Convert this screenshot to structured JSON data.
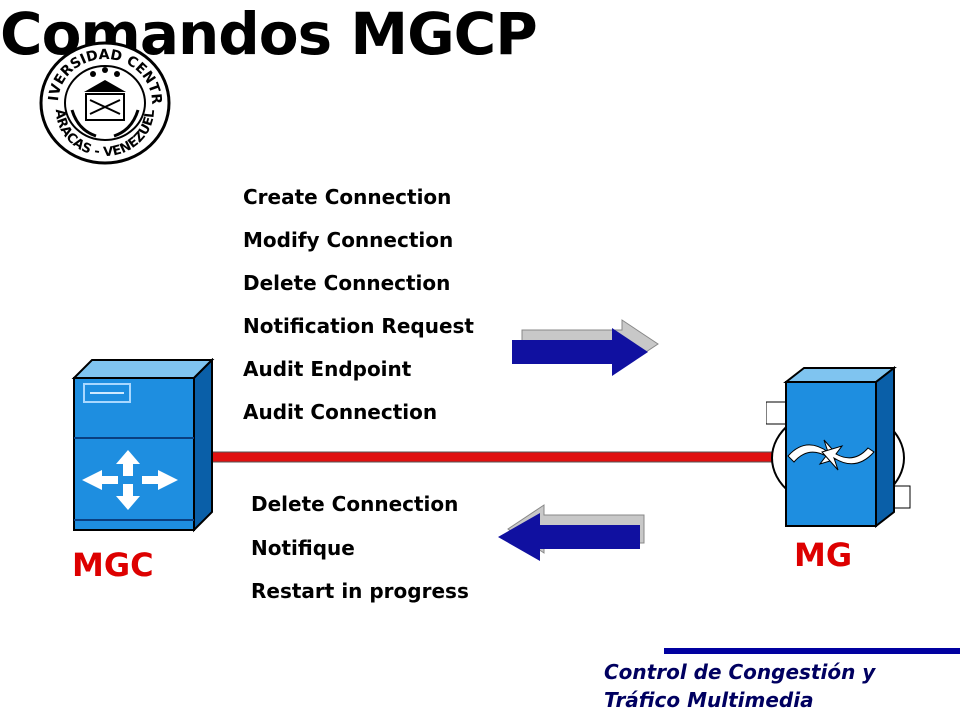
{
  "slide": {
    "title": "Comandos MGCP",
    "logo": {
      "text_top": "UNIVERSIDAD CENTRAL",
      "text_bottom": "CARACAS - VENEZUELA"
    },
    "outgoing_commands": [
      "Create Connection",
      "Modify Connection",
      "Delete Connection",
      "Notification Request",
      "Audit Endpoint",
      "Audit Connection"
    ],
    "incoming_commands": [
      "Delete Connection",
      "Notifique",
      "Restart in progress"
    ],
    "left_device": {
      "label": "MGC",
      "icon": "network-switch-icon"
    },
    "right_device": {
      "label": "MG",
      "icon": "media-gateway-icon"
    },
    "footer": {
      "line1": "Control de Congestión y",
      "line2": "Tráfico Multimedia"
    },
    "colors": {
      "link_line": "#e01010",
      "device_blue": "#1e8ee0",
      "arrow_blue": "#1010a0",
      "label_red": "#dd0000",
      "footer_bar": "#0000a0"
    }
  }
}
